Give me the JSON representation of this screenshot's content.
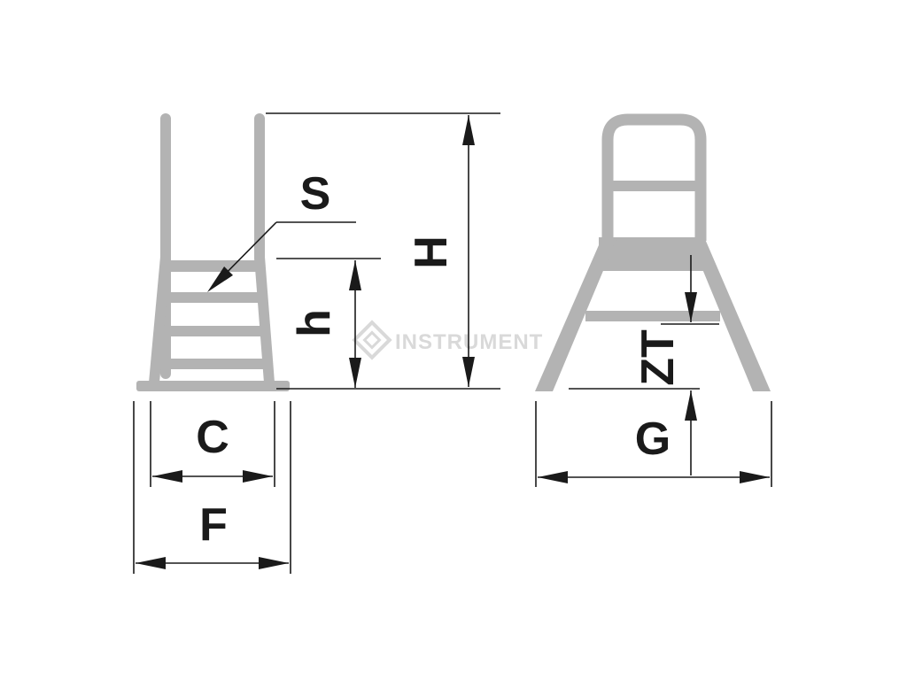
{
  "labels": {
    "S": "S",
    "H": "H",
    "h": "h",
    "ZT": "ZT",
    "C": "C",
    "F": "F",
    "G": "G"
  },
  "watermark": "INSTRUMENT",
  "colors": {
    "ladder": "#b3b3b3",
    "lines": "#1a1a1a",
    "watermark": "#d9d9d9"
  }
}
